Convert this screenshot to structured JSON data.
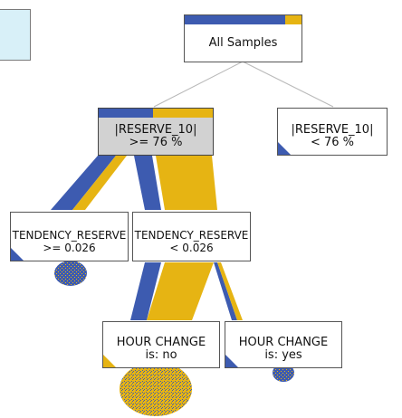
{
  "colors": {
    "class_a": "#3d5bb0",
    "class_b": "#e6b413",
    "selected_fill": "#d2d2d2",
    "link": "#b8b8b8",
    "corner_box": "#d8f0f8"
  },
  "nodes": {
    "root": {
      "line1": "All Samples",
      "line2": ""
    },
    "res_high": {
      "line1": "|RESERVE_10|",
      "line2": ">= 76 %"
    },
    "res_low": {
      "line1": "|RESERVE_10|",
      "line2": "< 76 %"
    },
    "tend_high": {
      "line1": "TENDENCY_RESERVE",
      "line2": ">= 0.026"
    },
    "tend_low": {
      "line1": "TENDENCY_RESERVE",
      "line2": "< 0.026"
    },
    "hour_no": {
      "line1": "HOUR CHANGE",
      "line2": "is: no"
    },
    "hour_yes": {
      "line1": "HOUR CHANGE",
      "line2": "is: yes"
    }
  }
}
